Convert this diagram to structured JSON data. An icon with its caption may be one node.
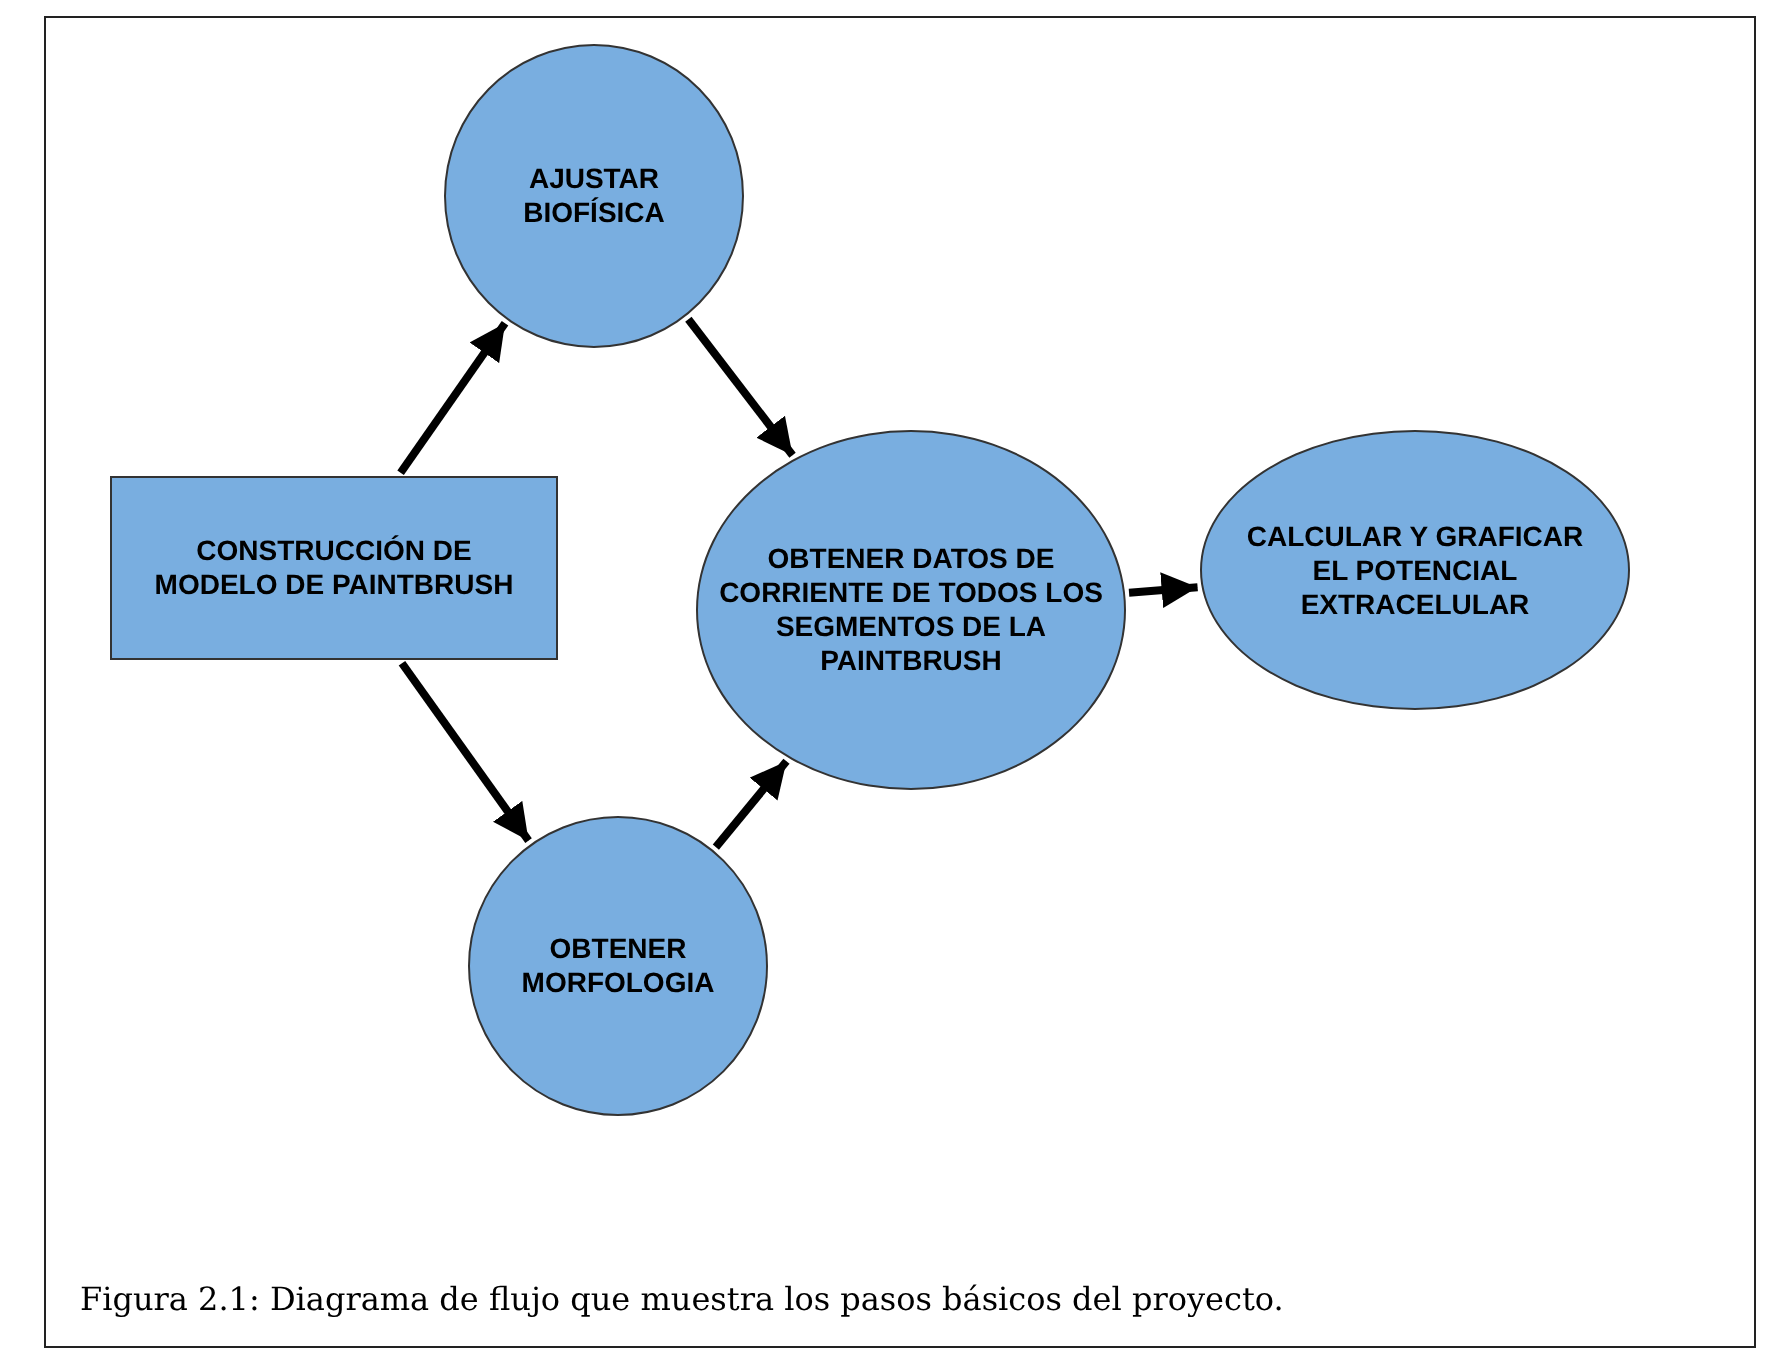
{
  "diagram": {
    "caption": "Figura 2.1: Diagrama de flujo que muestra los pasos básicos del proyecto.",
    "nodes": [
      {
        "text": [
          "CONSTRUCCIÓN DE MODELO DE PAINTBRUSH"
        ]
      },
      {
        "text": [
          "AJUSTAR BIOFÍSICA"
        ]
      },
      {
        "text": [
          "OBTENER MORFOLOGIA"
        ]
      },
      {
        "text": [
          "OBTENER DATOS DE CORRIENTE DE TODOS LOS SEGMENTOS DE LA PAINTBRUSH"
        ]
      },
      {
        "text": [
          "CALCULAR Y GRAFICAR EL POTENCIAL EXTRACELULAR"
        ]
      }
    ],
    "edges": [
      {
        "from": 0,
        "to": 1,
        "arrow": "to"
      },
      {
        "from": 0,
        "to": 2,
        "arrow": "to"
      },
      {
        "from": 1,
        "to": 3,
        "arrow": "to"
      },
      {
        "from": 2,
        "to": 3,
        "arrow": "to"
      },
      {
        "from": 3,
        "to": 4,
        "arrow": "to"
      }
    ]
  }
}
